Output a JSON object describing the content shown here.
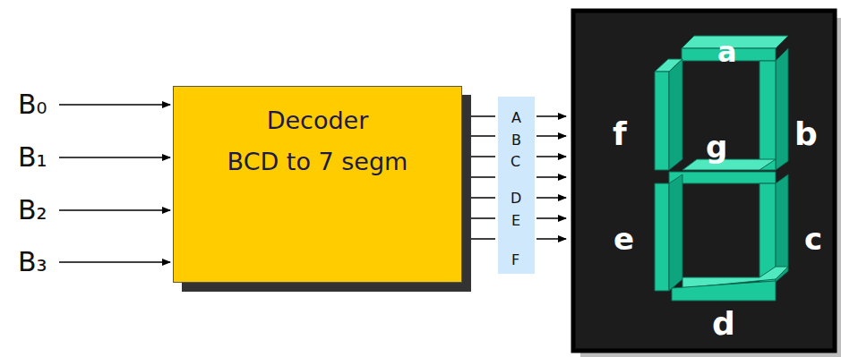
{
  "diagram": {
    "nodes": [
      {
        "text": [
          "Decoder",
          "BCD to 7 segm"
        ]
      }
    ],
    "labels": [
      "B₀",
      "B₁",
      "B₂",
      "B₃",
      "A",
      "B",
      "C",
      "D",
      "E",
      "F",
      "a",
      "f",
      "g",
      "b",
      "e",
      "c",
      "d"
    ]
  }
}
